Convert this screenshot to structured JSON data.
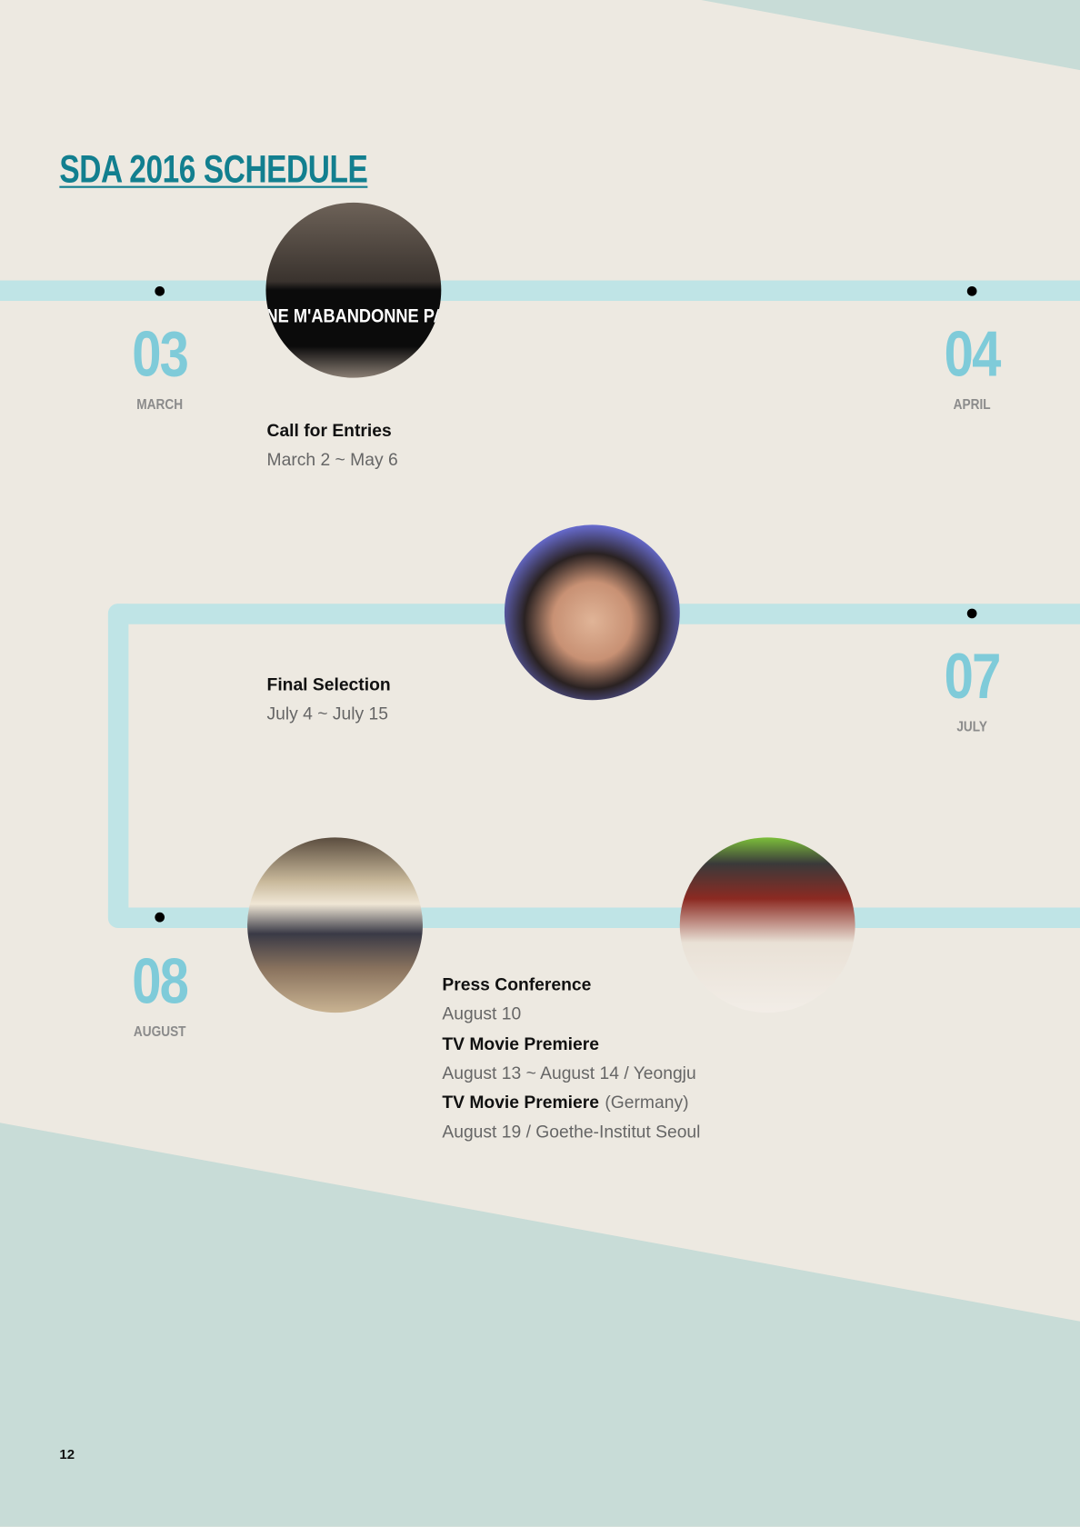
{
  "title": "SDA 2016 SCHEDULE",
  "months": [
    {
      "number": "03",
      "name": "MARCH"
    },
    {
      "number": "04",
      "name": "APRIL"
    },
    {
      "number": "07",
      "name": "JULY"
    },
    {
      "number": "08",
      "name": "AUGUST"
    }
  ],
  "photos": [
    {
      "caption": "NE M'ABANDONNE PAS"
    }
  ],
  "events": [
    {
      "title": "Call for Entries",
      "date": "March 2 ~ May 6"
    },
    {
      "title": "Final Selection",
      "date": "July 4 ~ July 15"
    },
    {
      "title": "Press Conference",
      "date": "August 10"
    },
    {
      "title": "TV Movie Premiere",
      "date": "August 13 ~ August 14 / Yeongju"
    },
    {
      "title": "TV Movie Premiere",
      "note": "(Germany)",
      "date": "August 19 / Goethe-Institut Seoul"
    }
  ],
  "page_number": "12",
  "colors": {
    "background": "#ede9e1",
    "accent": "#127f8f",
    "timeline": "#bfe4e6",
    "month_number": "#7fcbd9",
    "band": "#c8dcd7"
  }
}
